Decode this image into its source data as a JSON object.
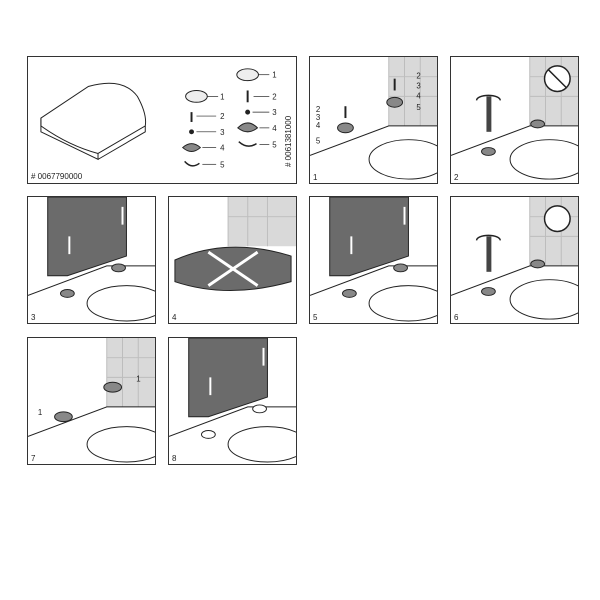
{
  "overview": {
    "code_a": "# 0067790000",
    "code_b": "# 0061381000",
    "parts_a": [
      "1",
      "2",
      "3",
      "4",
      "5"
    ],
    "parts_b": [
      "1",
      "2",
      "3",
      "4",
      "5"
    ]
  },
  "steps": [
    {
      "number": "1",
      "parts": [
        "2",
        "3",
        "4",
        "5",
        "2",
        "3",
        "4",
        "5"
      ]
    },
    {
      "number": "2"
    },
    {
      "number": "3"
    },
    {
      "number": "4"
    },
    {
      "number": "5"
    },
    {
      "number": "6"
    },
    {
      "number": "7",
      "parts": [
        "1",
        "1"
      ]
    },
    {
      "number": "8"
    }
  ],
  "colors": {
    "line": "#222222",
    "seat_dark": "#6b6b6b",
    "wall": "#d9d9d9",
    "tile_line": "#bdbdbd"
  }
}
